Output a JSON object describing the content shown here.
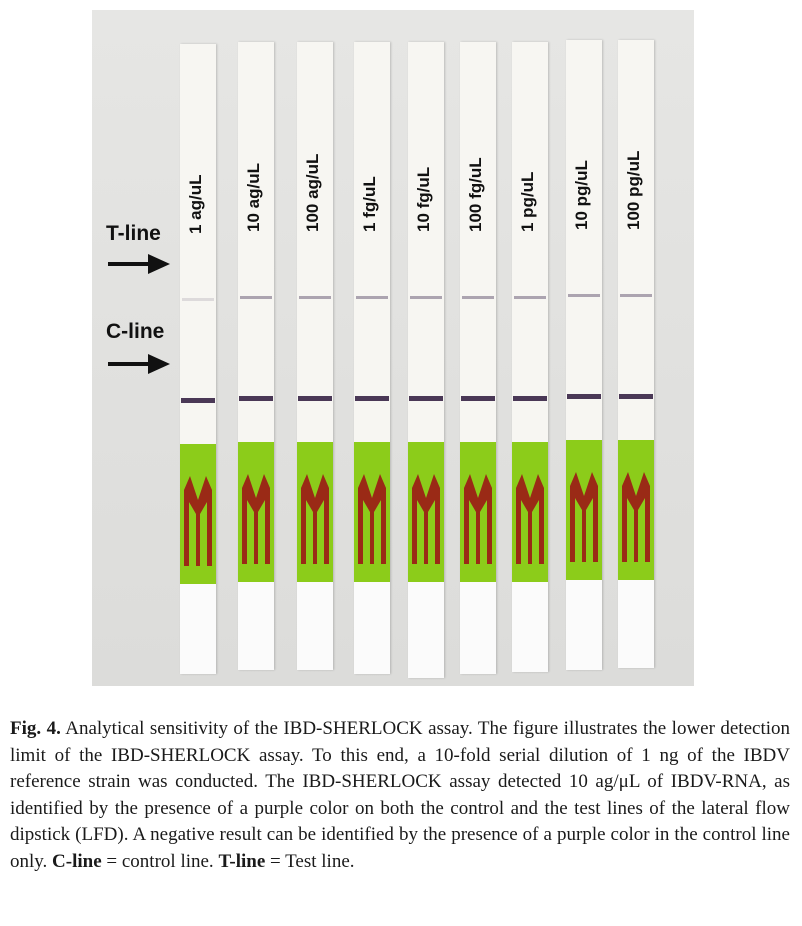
{
  "figure": {
    "side_labels": {
      "t_line": "T-line",
      "c_line": "C-line"
    },
    "strips": [
      {
        "label": "1 ag/uL"
      },
      {
        "label": "10 ag/uL"
      },
      {
        "label": "100 ag/uL"
      },
      {
        "label": "1 fg/uL"
      },
      {
        "label": "10 fg/uL"
      },
      {
        "label": "100 fg/uL"
      },
      {
        "label": "1 pg/uL"
      },
      {
        "label": "10 pg/uL"
      },
      {
        "label": "100 pg/uL"
      }
    ],
    "colors": {
      "line_purple": "#4a3856",
      "pad_green": "#8ccc1a",
      "pad_arrow": "#9a2a16"
    }
  },
  "caption": {
    "fig_label": "Fig. 4.",
    "text_1": " Analytical sensitivity of the IBD-SHERLOCK assay. The figure illustrates the lower detection limit of the IBD-SHERLOCK assay. To this end, a 10-fold serial dilution of 1 ng of the IBDV reference strain was conducted. The IBD-SHERLOCK assay detected 10 ag/μL of IBDV-RNA, as identified by the presence of a purple color on both the control and the test lines of the lateral flow dipstick (LFD). A negative result can be identified by the presence of a purple color in the control line only. ",
    "cline_term": "C-line",
    "text_2": " = control line. ",
    "tline_term": "T-line",
    "text_3": " = Test line."
  }
}
